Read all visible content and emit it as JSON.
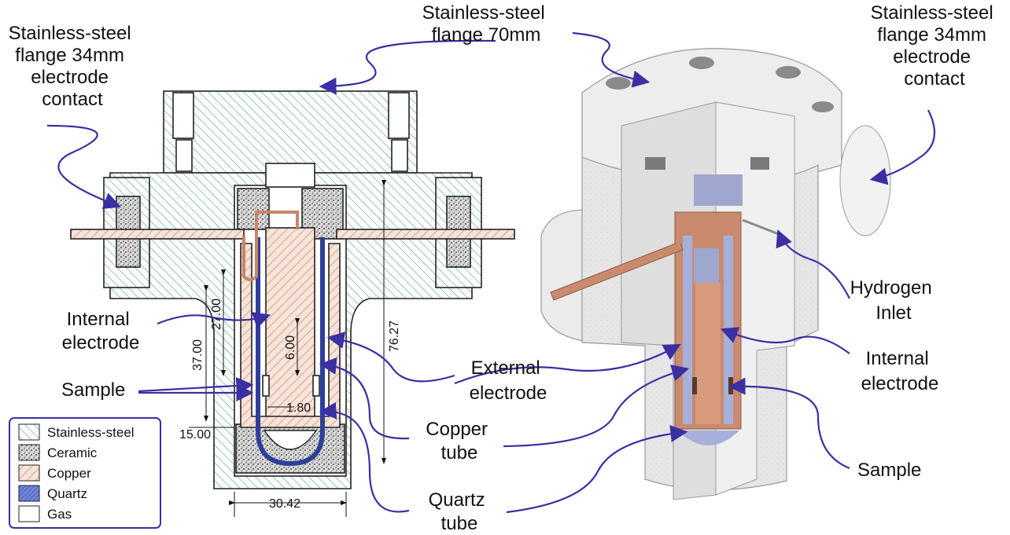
{
  "labels": {
    "flange_34_left": [
      "Stainless-steel",
      "flange 34mm",
      "electrode",
      "contact"
    ],
    "flange_70": [
      "Stainless-steel",
      "flange 70mm"
    ],
    "flange_34_right": [
      "Stainless-steel",
      "flange 34mm",
      "electrode",
      "contact"
    ],
    "internal_electrode_left": [
      "Internal",
      "electrode"
    ],
    "sample_left": "Sample",
    "external_electrode": [
      "External",
      "electrode"
    ],
    "copper_tube": [
      "Copper",
      "tube"
    ],
    "quartz_tube": [
      "Quartz",
      "tube"
    ],
    "hydrogen_inlet": [
      "Hydrogen",
      "Inlet"
    ],
    "internal_electrode_right": [
      "Internal",
      "electrode"
    ],
    "sample_right": "Sample"
  },
  "dimensions": {
    "d_37": "37.00",
    "d_27": "27.00",
    "d_6": "6.00",
    "d_76": "76.27",
    "d_1_8": "1.80",
    "d_15": "15.00",
    "d_30": "30.42"
  },
  "legend": {
    "items": [
      {
        "label": "Stainless-steel",
        "pattern": "steel-hatch"
      },
      {
        "label": "Ceramic",
        "pattern": "ceramic-dots"
      },
      {
        "label": "Copper",
        "pattern": "copper-hatch"
      },
      {
        "label": "Quartz",
        "pattern": "quartz-fill"
      },
      {
        "label": "Gas",
        "pattern": "gas-empty"
      }
    ]
  },
  "colors": {
    "steel_hatch": "#4f9e94",
    "copper": "#c98566",
    "quartz": "#4a63c0",
    "leader": "#3a2fa3",
    "steel_3d": "#e4e4e4",
    "copper_3d": "#c98a6e",
    "quartz_3d": "#a7b0d8"
  }
}
